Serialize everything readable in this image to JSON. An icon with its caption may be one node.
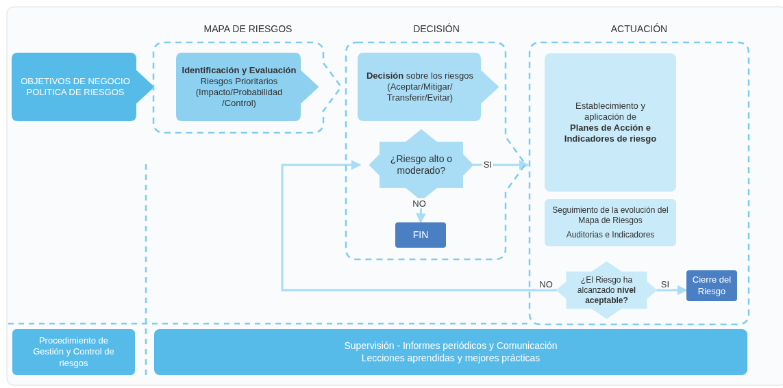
{
  "diagram": {
    "nodes": [
      {
        "text": [
          "OBJETIVOS DE  NEGOCIO POLITICA DE RIESGOS"
        ]
      },
      {
        "text": [
          "MAPA DE RIESGOS"
        ]
      },
      {
        "text": [
          "Identificación y Evaluación",
          "Riesgos Prioritarios (Impacto/Probabilidad /Control)"
        ],
        "in": 1
      },
      {
        "text": [
          "DECISIÓN"
        ]
      },
      {
        "text": [
          "**Decisión** sobre los riesgos (Aceptar/Mitigar/ Transferir/Evitar)"
        ],
        "in": 3
      },
      {
        "text": [
          "¿Riesgo alto o moderado?"
        ],
        "in": 3
      },
      {
        "text": [
          "FIN"
        ],
        "in": 3
      },
      {
        "text": [
          "ACTUACIÓN"
        ]
      },
      {
        "text": [
          "Establecimiento y aplicación de",
          "Planes de Acción e Indicadores de riesgo"
        ],
        "in": 7
      },
      {
        "text": [
          "Seguimiento de la evolución del Mapa de Riesgos",
          "Auditorias e Indicadores"
        ],
        "in": 7
      },
      {
        "text": [
          "¿El Riesgo ha alcanzado **nivel aceptable?**"
        ],
        "in": 7
      },
      {
        "text": [
          "Cierre del Riesgo"
        ],
        "in": 7
      },
      {
        "text": [
          "Procedimiento de Gestión y Control de riesgos"
        ]
      },
      {
        "text": [
          "Supervisión - Informes periódicos y Comunicación",
          "Lecciones aprendidas y mejores prácticas"
        ]
      }
    ],
    "edges": [
      {
        "from": 5,
        "to": 6,
        "arrow": "to",
        "label": "NO"
      },
      {
        "from": 5,
        "to": 7,
        "arrow": "to",
        "label": "SI"
      },
      {
        "from": 10,
        "to": 5,
        "arrow": "to",
        "label": "NO"
      },
      {
        "from": 10,
        "to": 11,
        "arrow": "to",
        "label": "SI"
      }
    ]
  }
}
